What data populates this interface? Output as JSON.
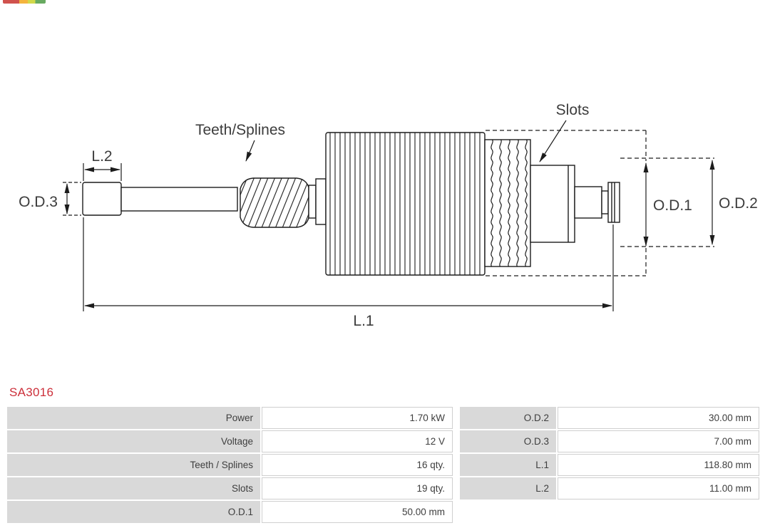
{
  "part_number": "SA3016",
  "diagram": {
    "labels": {
      "teeth_splines": "Teeth/Splines",
      "slots": "Slots",
      "l2": "L.2",
      "od3": "O.D.3",
      "od1": "O.D.1",
      "od2": "O.D.2",
      "l1": "L.1"
    }
  },
  "tables": {
    "left": {
      "rows": [
        {
          "label": "Power",
          "value": "1.70 kW"
        },
        {
          "label": "Voltage",
          "value": "12 V"
        },
        {
          "label": "Teeth / Splines",
          "value": "16 qty."
        },
        {
          "label": "Slots",
          "value": "19 qty."
        },
        {
          "label": "O.D.1",
          "value": "50.00 mm"
        }
      ]
    },
    "right": {
      "rows": [
        {
          "label": "O.D.2",
          "value": "30.00 mm"
        },
        {
          "label": "O.D.3",
          "value": "7.00 mm"
        },
        {
          "label": "L.1",
          "value": "118.80 mm"
        },
        {
          "label": "L.2",
          "value": "11.00 mm"
        }
      ]
    }
  },
  "colors": {
    "part_number_red": "#cc2f3a",
    "table_label_bg": "#d9d9d9",
    "diagram_line": "#1c1c1c",
    "diagram_text": "#3c3c3c"
  }
}
